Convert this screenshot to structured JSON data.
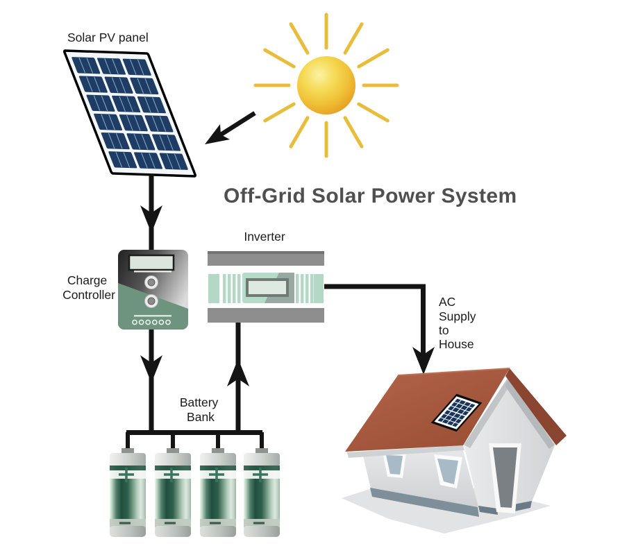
{
  "title": "Off-Grid Solar Power System",
  "labels": {
    "solar_panel": "Solar PV panel",
    "charge_controller_line1": "Charge",
    "charge_controller_line2": "Controller",
    "inverter": "Inverter",
    "battery_bank_line1": "Battery",
    "battery_bank_line2": "Bank",
    "ac_supply_line1": "AC",
    "ac_supply_line2": "Supply",
    "ac_supply_line3": "to",
    "ac_supply_line4": "House"
  },
  "colors": {
    "wire": "#141414",
    "panel_cell_blue": "#1e3c64",
    "panel_stripe": "#7fa8cd",
    "sun_core": "#f2c93c",
    "sun_ray": "#e9bd3c",
    "controller_green": "#6e9480",
    "inverter_stripe_green": "#b5d8c6",
    "battery_dark_green": "#2b5948",
    "roof_red": "#a0553a",
    "roof_side_red": "#8a4530",
    "wall_gray": "#dcdde0",
    "title_gray": "#4f4f4f"
  }
}
